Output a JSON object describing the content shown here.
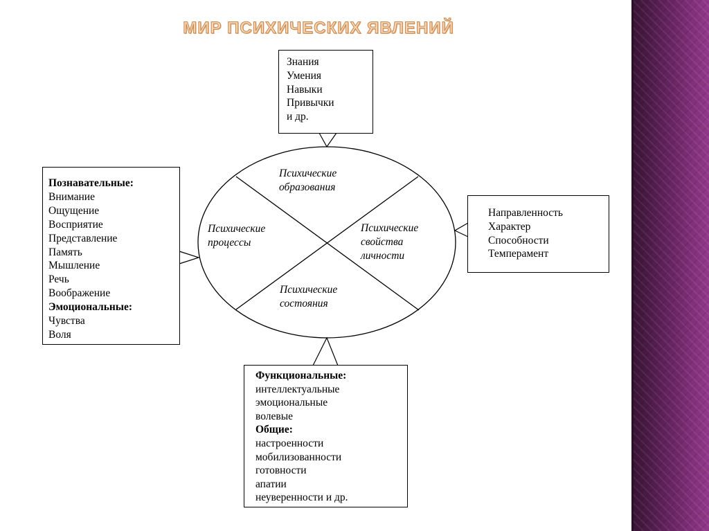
{
  "title": "МИР ПСИХИЧЕСКИХ ЯВЛЕНИЙ",
  "colors": {
    "accent_title": "#f4d6b3",
    "sidebar": "#7a2c73"
  },
  "circle_sectors": {
    "top": [
      "Психические",
      "образования"
    ],
    "left": [
      "Психические",
      "процессы"
    ],
    "right": [
      "Психические",
      "свойства",
      "личности"
    ],
    "bottom": [
      "Психические",
      "состояния"
    ]
  },
  "boxes": {
    "top": {
      "items": [
        "Знания",
        "Умения",
        "Навыки",
        "Привычки",
        "и др."
      ]
    },
    "left": {
      "heading1": "Познавательные:",
      "items1": [
        "Внимание",
        "Ощущение",
        "Восприятие",
        "Представление",
        "Память",
        "Мышление",
        "Речь",
        "Воображение"
      ],
      "heading2": "Эмоциональные:",
      "items2": [
        "Чувства",
        "Воля"
      ]
    },
    "right": {
      "items": [
        "Направленность",
        "Характер",
        "Способности",
        "Темперамент"
      ]
    },
    "bottom": {
      "heading1": "Функциональные:",
      "items1": [
        "интеллектуальные",
        "эмоциональные",
        "волевые"
      ],
      "heading2": "Общие:",
      "items2": [
        "настроенности",
        "мобилизованности",
        "готовности",
        "апатии",
        "неуверенности и др."
      ]
    }
  }
}
